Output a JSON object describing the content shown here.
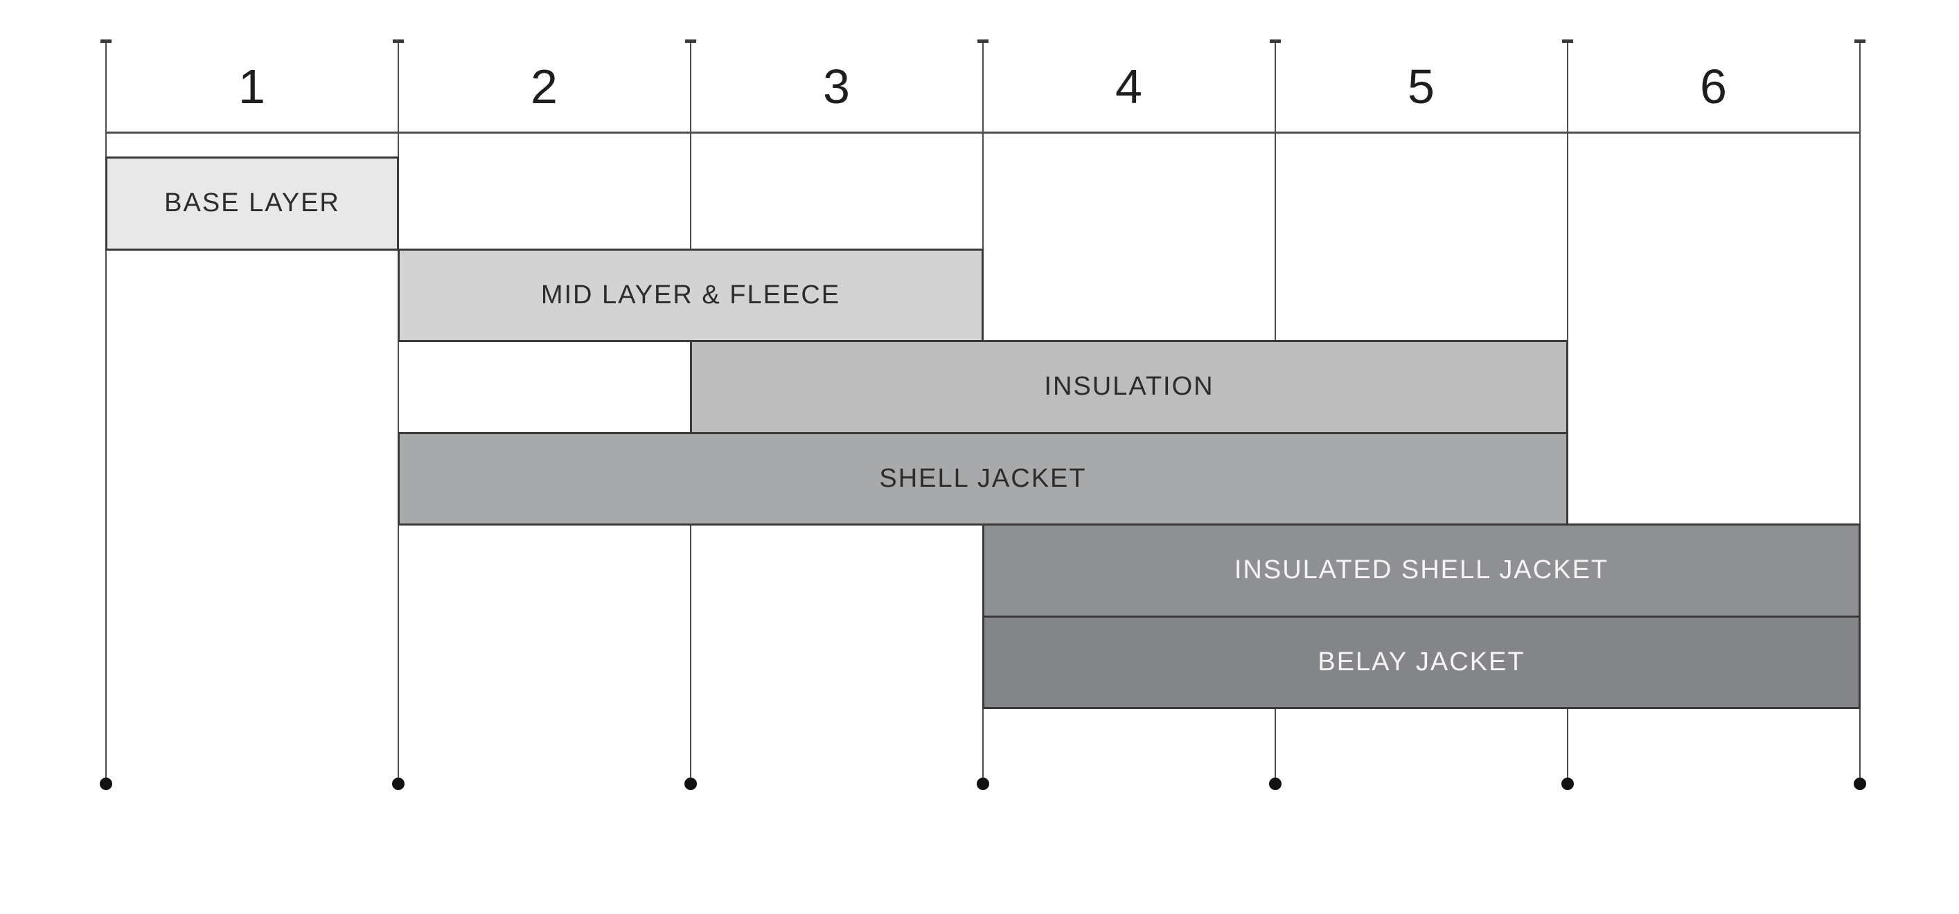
{
  "chart_data": {
    "type": "bar",
    "subtype": "horizontal-span-gantt",
    "title": "",
    "x_axis": {
      "position": "top",
      "tick_labels": [
        "1",
        "2",
        "3",
        "4",
        "5",
        "6"
      ],
      "range": [
        0,
        6
      ],
      "grid": true,
      "gridline_end_markers": "dots"
    },
    "bars": [
      {
        "label": "BASE LAYER",
        "start": 0,
        "end": 1,
        "row": 0,
        "fill": "#e9e8e8",
        "text_color": "#2c2c2c"
      },
      {
        "label": "MID LAYER & FLEECE",
        "start": 1,
        "end": 3,
        "row": 1,
        "fill": "#d3d3d3",
        "text_color": "#2c2c2c"
      },
      {
        "label": "INSULATION",
        "start": 2,
        "end": 5,
        "row": 2,
        "fill": "#bdbdbe",
        "text_color": "#2c2c2c"
      },
      {
        "label": "SHELL JACKET",
        "start": 1,
        "end": 5,
        "row": 3,
        "fill": "#a8a9ab",
        "text_color": "#2c2c2c"
      },
      {
        "label": "INSULATED SHELL JACKET",
        "start": 3,
        "end": 6,
        "row": 4,
        "fill": "#8f9093",
        "text_color": "#f4f4f4"
      },
      {
        "label": "BELAY JACKET",
        "start": 3,
        "end": 6,
        "row": 5,
        "fill": "#848588",
        "text_color": "#f4f4f4"
      }
    ],
    "colors": {
      "background": "#ffffff",
      "grid_line": "#4d4d4d",
      "tick_cap": "#3a3a3a",
      "axis_line": "#4d4d4d",
      "bar_border": "#3a3a3a",
      "dot": "#121212"
    }
  }
}
